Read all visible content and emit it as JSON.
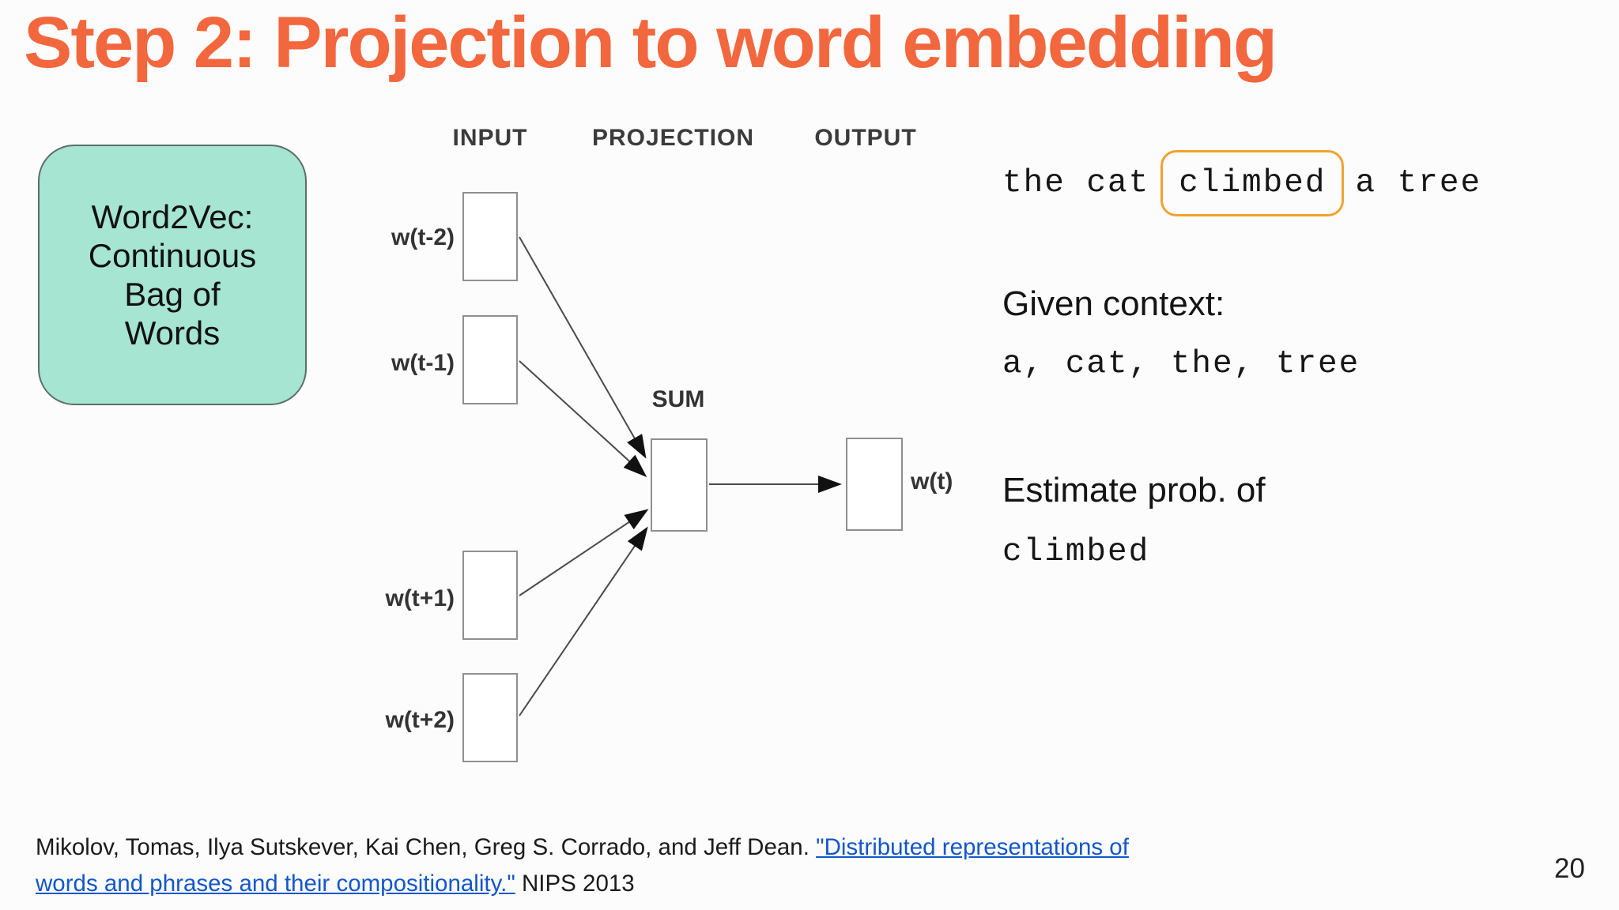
{
  "slide": {
    "title": "Step 2: Projection to word embedding",
    "page_number": "20"
  },
  "colors": {
    "title_orange": "#F2673D",
    "callout_fill": "#A5E5D2",
    "callout_border": "#5c6e6a",
    "highlight_box_orange": "#F0A232",
    "link_blue": "#1356CC",
    "diagram_line": "#4a4a4a"
  },
  "callout": {
    "lines": [
      "Word2Vec:",
      "Continuous",
      "Bag of",
      "Words"
    ]
  },
  "diagram": {
    "headers": [
      "INPUT",
      "PROJECTION",
      "OUTPUT"
    ],
    "input_labels": [
      "w(t-2)",
      "w(t-1)",
      "w(t+1)",
      "w(t+2)"
    ],
    "sum_label": "SUM",
    "output_label": "w(t)"
  },
  "example": {
    "sentence_before": "the cat",
    "sentence_highlight": "climbed",
    "sentence_after": "a tree",
    "context_heading": "Given context:",
    "context_words": "a, cat, the, tree",
    "estimate_heading": "Estimate prob. of",
    "estimate_word": "climbed"
  },
  "citation": {
    "line1_text": "Mikolov, Tomas, Ilya Sutskever, Kai Chen, Greg S. Corrado, and Jeff Dean. ",
    "line1_link": "\"Distributed representations of",
    "line2_link": "words and phrases and their compositionality.\"",
    "line2_text": " NIPS 2013"
  }
}
